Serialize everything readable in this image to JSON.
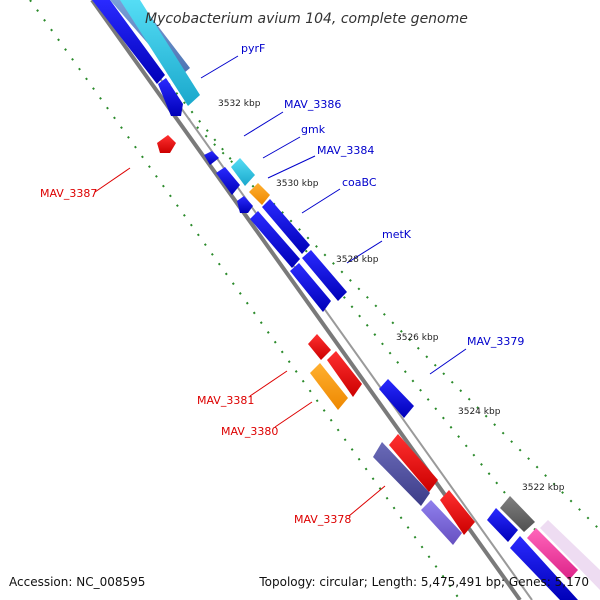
{
  "title": "Mycobacterium avium 104, complete genome",
  "footer": {
    "accession": "Accession: NC_008595",
    "summary": "Topology: circular; Length: 5,475,491 bp; Genes: 5,170"
  },
  "ticks": [
    "3532 kbp",
    "3530 kbp",
    "3528 kbp",
    "3526 kbp",
    "3524 kbp",
    "3522 kbp"
  ],
  "gene_labels": {
    "right": [
      "pyrF",
      "MAV_3386",
      "gmk",
      "MAV_3384",
      "coaBC",
      "metK",
      "MAV_3379"
    ],
    "left": [
      "MAV_3387",
      "MAV_3381",
      "MAV_3380",
      "MAV_3378"
    ]
  },
  "colors": {
    "backbone": "#808080",
    "gene_blue": "#0000dd",
    "gene_cyan": "#22bbdd",
    "gene_red": "#ee0000",
    "gene_orange": "#ff9900",
    "gene_purple": "#5050a0",
    "gene_lavender": "#7766cc",
    "gene_gray": "#606060",
    "gene_magenta": "#ee3399",
    "gridline": "#228822",
    "label_forward": "#0000cc",
    "label_reverse": "#dd0000"
  }
}
